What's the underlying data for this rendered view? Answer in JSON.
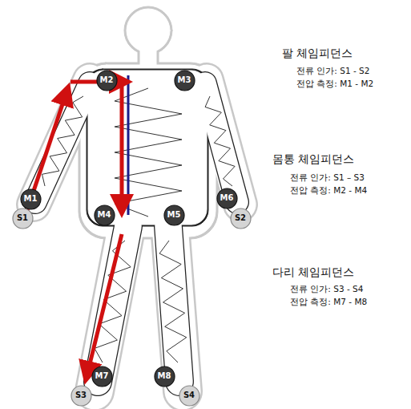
{
  "diagram": {
    "nodes": [
      {
        "text": [
          "M2"
        ]
      },
      {
        "text": [
          "M3"
        ]
      },
      {
        "text": [
          "M1"
        ]
      },
      {
        "text": [
          "S1"
        ]
      },
      {
        "text": [
          "M6"
        ]
      },
      {
        "text": [
          "S2"
        ]
      },
      {
        "text": [
          "M4"
        ]
      },
      {
        "text": [
          "M5"
        ]
      },
      {
        "text": [
          "M7"
        ]
      },
      {
        "text": [
          "M8"
        ]
      },
      {
        "text": [
          "S3"
        ]
      },
      {
        "text": [
          "S4"
        ]
      }
    ],
    "labels": [
      "팔 체임피던스",
      "전류 인가: S1 - S2",
      "전압 측정: M1 - M2",
      "몸통 체임피던스",
      "전류 인가: S1 – S3",
      "전압 측정: M2 - M4",
      "다리 체임피던스",
      "전류 인가: S3 - S4",
      "전압 측정: M7 - M8"
    ]
  }
}
